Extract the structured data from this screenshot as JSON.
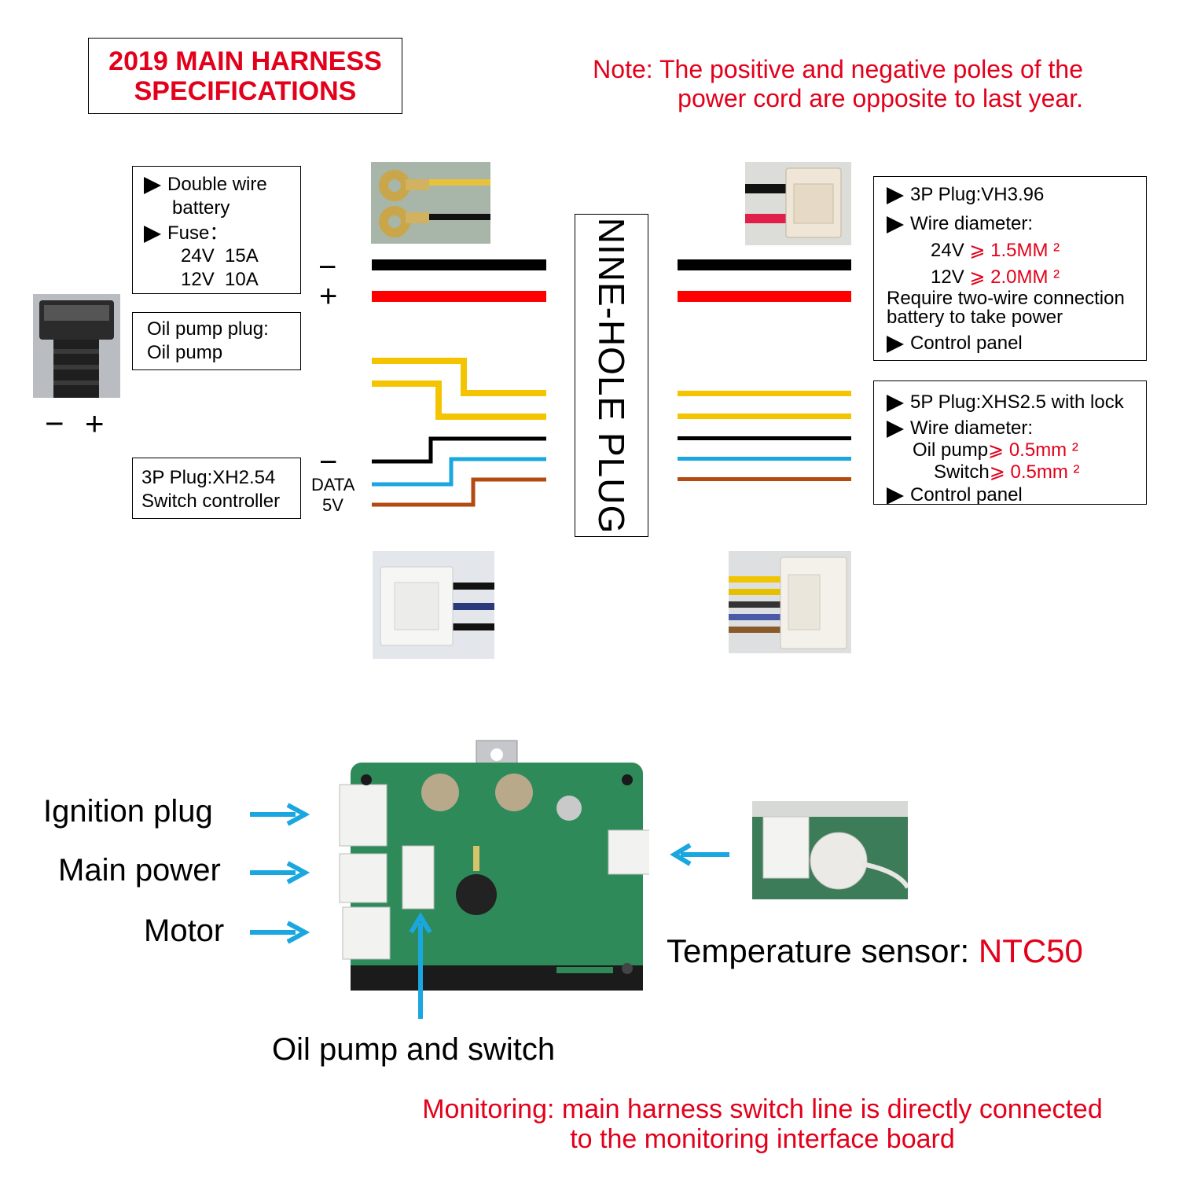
{
  "title": {
    "line1": "2019 MAIN HARNESS",
    "line2": "SPECIFICATIONS"
  },
  "note": {
    "line1": "Note: The positive and negative poles of the",
    "line2": "power cord are opposite to last year."
  },
  "battery_box": {
    "item1_a": "Double wire",
    "item1_b": "battery",
    "item2": "Fuse：",
    "fuse_24": "24V  15A",
    "fuse_12": "12V  10A"
  },
  "oil_pump_box": {
    "line1": "Oil pump plug:",
    "line2": "Oil pump"
  },
  "switch_box": {
    "line1": "3P Plug:XH2.54",
    "line2": "Switch controller"
  },
  "oil_pump_polarity": {
    "minus": "−",
    "plus": "+"
  },
  "power_polarity": {
    "minus": "−",
    "plus": "+"
  },
  "signal_labels": {
    "minus": "−",
    "data": "DATA",
    "v5": "5V"
  },
  "center_plug": "NINE-HOLE PLUG",
  "right_top_box": {
    "item1": "3P Plug:VH3.96",
    "item2": "Wire diameter:",
    "v24": "24V",
    "v24_val": "⩾ 1.5MM ²",
    "v12": "12V",
    "v12_val": "⩾ 2.0MM ²",
    "req1": "Require two-wire connection",
    "req2": "battery to take power",
    "item3": "Control panel"
  },
  "right_bottom_box": {
    "item1": "5P Plug:XHS2.5 with lock",
    "item2": "Wire diameter:",
    "oil": "Oil pump",
    "oil_val": "⩾ 0.5mm ²",
    "sw": "Switch",
    "sw_val": "⩾ 0.5mm ²",
    "item3": "Control panel"
  },
  "board_labels": {
    "ignition": "Ignition plug",
    "main_power": "Main power",
    "motor": "Motor",
    "oil_switch": "Oil pump and switch"
  },
  "sensor": {
    "label": "Temperature sensor: ",
    "value": "NTC50"
  },
  "monitoring": {
    "line1": "Monitoring: main harness switch line is directly connected",
    "line2": "to the monitoring interface board"
  },
  "colors": {
    "red_text": "#e3001b",
    "arrow_blue": "#1aa7e0",
    "wire_black": "#000000",
    "wire_red": "#ff0000",
    "wire_yellow": "#f5c400",
    "wire_blue": "#1aa7e0",
    "wire_brown": "#b34a10",
    "pcb_green": "#2f8a5a"
  }
}
